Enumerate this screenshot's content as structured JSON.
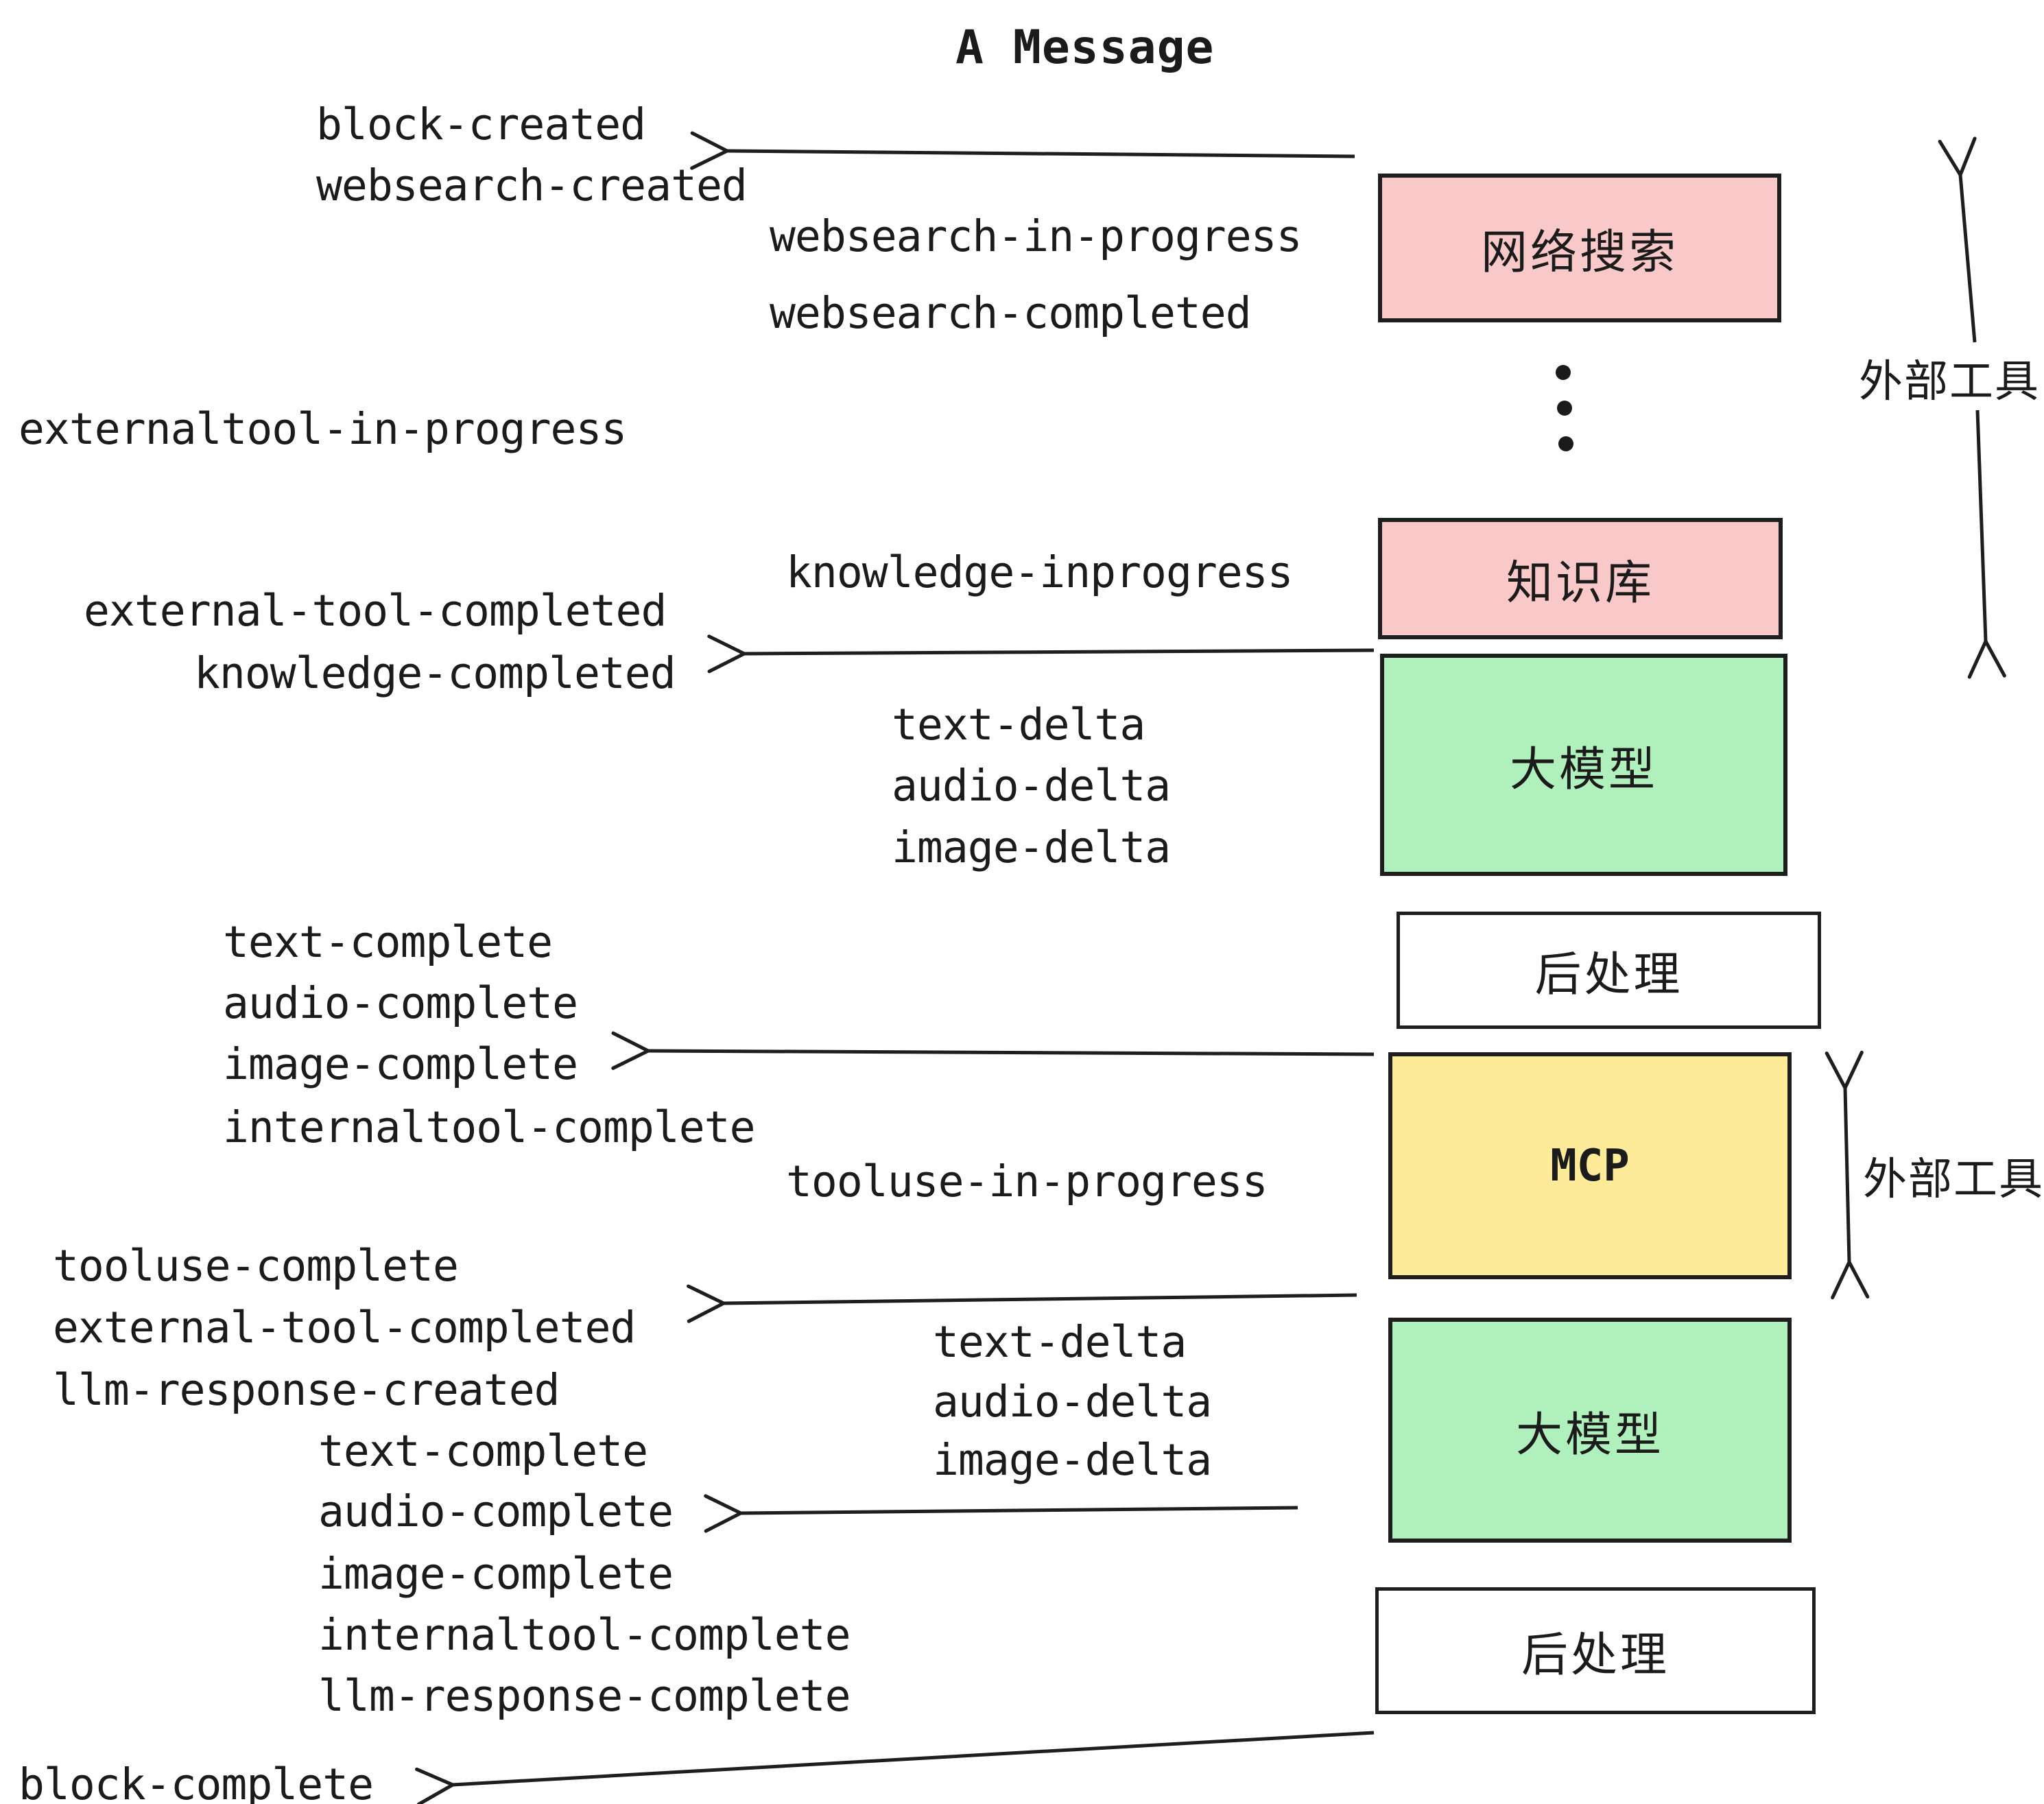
{
  "title": "A Message",
  "events": {
    "block_created": "block-created",
    "websearch_created": "websearch-created",
    "websearch_in_progress": "websearch-in-progress",
    "websearch_completed": "websearch-completed",
    "externaltool_in_progress": "externaltool-in-progress",
    "knowledge_inprogress": "knowledge-inprogress",
    "external_tool_completed": "external-tool-completed",
    "knowledge_completed": "knowledge-completed",
    "text_delta": "text-delta",
    "audio_delta": "audio-delta",
    "image_delta": "image-delta",
    "text_complete": "text-complete",
    "audio_complete": "audio-complete",
    "image_complete": "image-complete",
    "internaltool_complete": "internaltool-complete",
    "tooluse_in_progress": "tooluse-in-progress",
    "tooluse_complete": "tooluse-complete",
    "llm_response_created": "llm-response-created",
    "llm_response_complete": "llm-response-complete",
    "block_complete": "block-complete"
  },
  "boxes": {
    "websearch": {
      "label": "网络搜索"
    },
    "knowledge": {
      "label": "知识库"
    },
    "llm": {
      "label": "大模型"
    },
    "postprocess": {
      "label": "后处理"
    },
    "mcp": {
      "label": "MCP"
    }
  },
  "annotations": {
    "external_tool": "外部工具"
  },
  "colors": {
    "pink": "#f9c9c9",
    "green": "#b0f0bc",
    "yellow": "#fdeb9a",
    "white": "#ffffff",
    "line": "#1e1e1e",
    "text": "#1b1b1b"
  }
}
